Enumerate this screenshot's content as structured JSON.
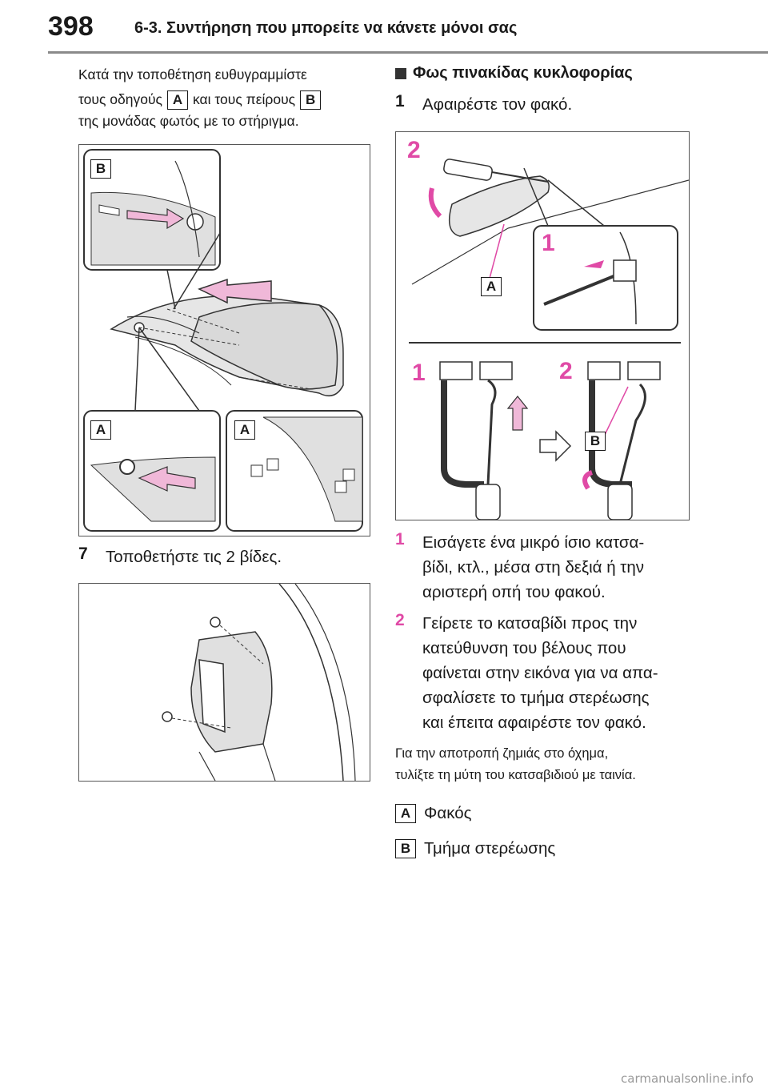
{
  "header": {
    "page_number": "398",
    "chapter": "6-3. Συντήρηση που μπορείτε να κάνετε μόνοι σας"
  },
  "left": {
    "intro_line1": "Κατά την τοποθέτηση ευθυγραμμίστε",
    "intro_line2a": "τους οδηγούς",
    "intro_line2b": "και τους πείρους",
    "intro_line3": "της μονάδας φωτός με το στήριγμα.",
    "tag_a": "A",
    "tag_b": "B",
    "fig1_callouts": {
      "b": "B",
      "a1": "A",
      "a2": "A"
    },
    "step7_num": "7",
    "step7_text": "Τοποθετήστε τις 2 βίδες."
  },
  "right": {
    "section_title": "Φως πινακίδας κυκλοφορίας",
    "step1_num": "1",
    "step1_text": "Αφαιρέστε τον φακό.",
    "fig3_labels": {
      "n2_top": "2",
      "n1_top": "1",
      "a": "A",
      "n1_bottom": "1",
      "n2_bottom": "2",
      "b": "B"
    },
    "sub1_num": "1",
    "sub1_l1": "Εισάγετε ένα μικρό ίσιο κατσα-",
    "sub1_l2": "βίδι, κτλ., μέσα στη δεξιά ή την",
    "sub1_l3": "αριστερή οπή του φακού.",
    "sub2_num": "2",
    "sub2_l1": "Γείρετε το κατσαβίδι προς την",
    "sub2_l2": "κατεύθυνση του βέλους που",
    "sub2_l3": "φαίνεται στην εικόνα για να απα-",
    "sub2_l4": "σφαλίσετε το τμήμα στερέωσης",
    "sub2_l5": "και έπειτα αφαιρέστε τον φακό.",
    "note_l1": "Για την αποτροπή ζημιάς στο όχημα,",
    "note_l2": "τυλίξτε τη μύτη του κατσαβιδιού με ταινία.",
    "legend": [
      {
        "tag": "A",
        "label": "Φακός"
      },
      {
        "tag": "B",
        "label": "Τμήμα στερέωσης"
      }
    ]
  },
  "watermark": "carmanualsonline.info",
  "colors": {
    "pink": "#e04aa6",
    "arrow_fill": "#f0b8d8",
    "text": "#1a1a1a"
  }
}
